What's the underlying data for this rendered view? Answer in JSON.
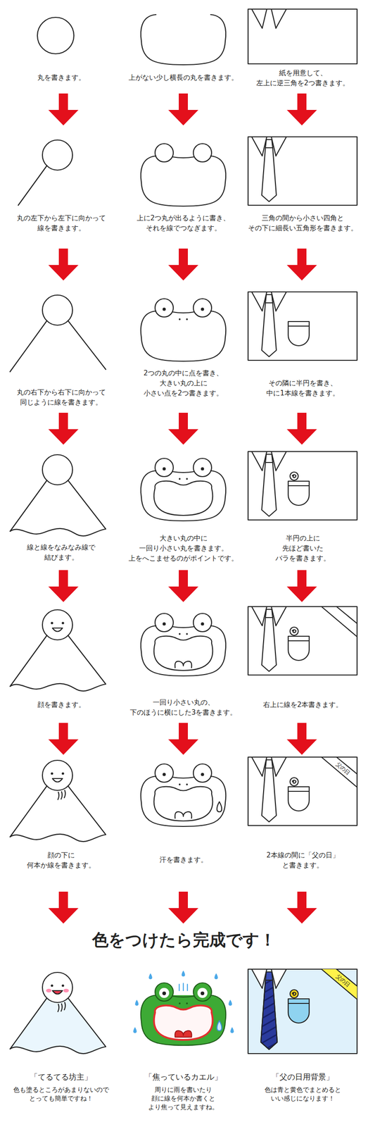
{
  "diagram": {
    "title": "色をつけたら完成です！",
    "labels": [
      "丸を書きます。",
      "上がない少し横長の丸を書きます。",
      "紙を用意して、 左上に逆三角を2つ書きます。",
      "丸の左下から左下に向かって 線を書きます。",
      "上に2つ丸が出るように書き、 それを線でつなぎます。",
      "三角の間から小さい四角と その下に細長い五角形を書きます。",
      "丸の右下から右下に向かって 同じように線を書きます。",
      "2つの丸の中に点を書き、 大きい丸の上に 小さい点を2つ書きます。",
      "その隣に半円を書き、 中に1本線を書きます。",
      "線と線をなみなみ線で 結びます。",
      "大きい丸の中に 一回り小さい丸を書きます。 上をへこませるのがポイントです。",
      "半円の上に 先ほど書いた バラを書きます。",
      "顔を書きます。",
      "一回り小さい丸の、 下のほうに横にした3を書きます。",
      "右上に線を2本書きます。",
      "顔の下に 何本か線を書きます。",
      "汗を書きます。",
      "父の日",
      "2本線の間に「父の日」 と書きます。",
      "父の日",
      "「てるてる坊主」",
      "色も塗るところがあまりないので とっても簡単ですね！",
      "「焦っているカエル」",
      "周りに雨を書いたり 顔に線を何本か書くと より焦って見えますね。",
      "「父の日用背景」",
      "色は青と黄色でまとめると いい感じになります！"
    ]
  }
}
